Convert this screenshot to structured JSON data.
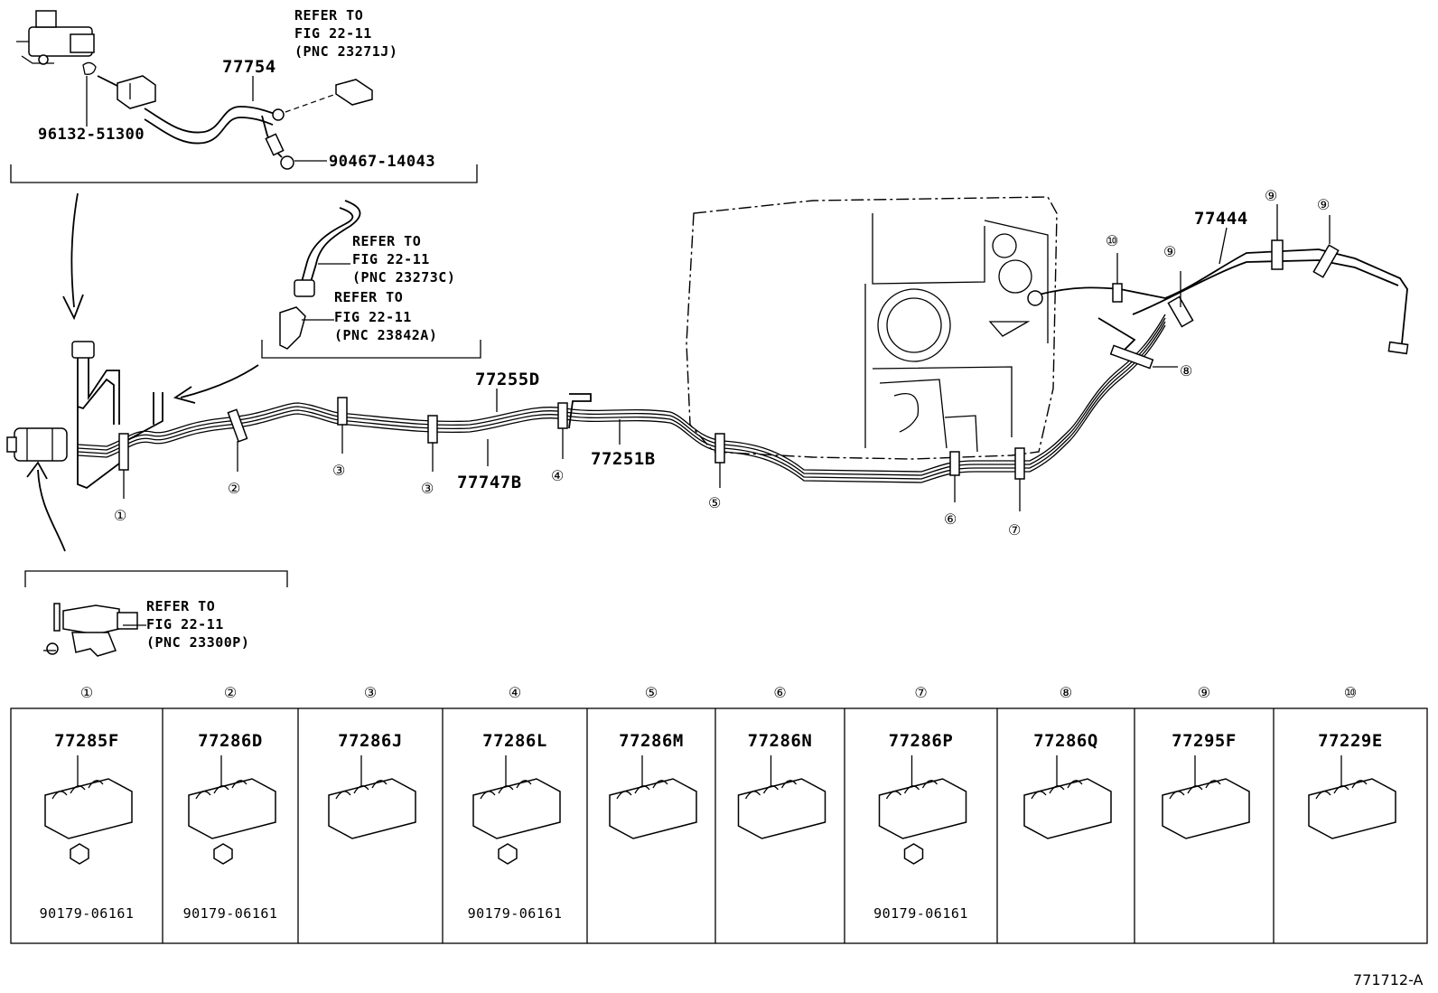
{
  "refs": {
    "top_right": [
      "REFER TO",
      "FIG 22-11",
      "(PNC 23271J)"
    ],
    "mid_a": [
      "REFER TO",
      "FIG 22-11",
      "(PNC 23273C)"
    ],
    "mid_b": [
      "REFER TO",
      "FIG 22-11",
      "(PNC 23842A)"
    ],
    "bottom_left": [
      "REFER TO",
      "FIG 22-11",
      "(PNC 23300P)"
    ]
  },
  "callouts": {
    "p77754": "77754",
    "p96132": "96132-51300",
    "p90467": "90467-14043",
    "p77255D": "77255D",
    "p77747B": "77747B",
    "p77251B": "77251B",
    "p77444": "77444"
  },
  "clamp_markers": [
    {
      "label": "①"
    },
    {
      "label": "②"
    },
    {
      "label": "③"
    },
    {
      "label": "③"
    },
    {
      "label": "④"
    },
    {
      "label": "⑤"
    },
    {
      "label": "⑥"
    },
    {
      "label": "⑦"
    },
    {
      "label": "⑧"
    },
    {
      "label": "⑨"
    },
    {
      "label": "⑨"
    },
    {
      "label": "⑨"
    },
    {
      "label": "⑩"
    }
  ],
  "legend": [
    {
      "num": "①",
      "part": "77285F",
      "sub": "90179-06161"
    },
    {
      "num": "②",
      "part": "77286D",
      "sub": "90179-06161"
    },
    {
      "num": "③",
      "part": "77286J",
      "sub": ""
    },
    {
      "num": "④",
      "part": "77286L",
      "sub": "90179-06161"
    },
    {
      "num": "⑤",
      "part": "77286M",
      "sub": ""
    },
    {
      "num": "⑥",
      "part": "77286N",
      "sub": ""
    },
    {
      "num": "⑦",
      "part": "77286P",
      "sub": "90179-06161"
    },
    {
      "num": "⑧",
      "part": "77286Q",
      "sub": ""
    },
    {
      "num": "⑨",
      "part": "77295F",
      "sub": ""
    },
    {
      "num": "⑩",
      "part": "77229E",
      "sub": ""
    }
  ],
  "figure_id": "771712-A"
}
